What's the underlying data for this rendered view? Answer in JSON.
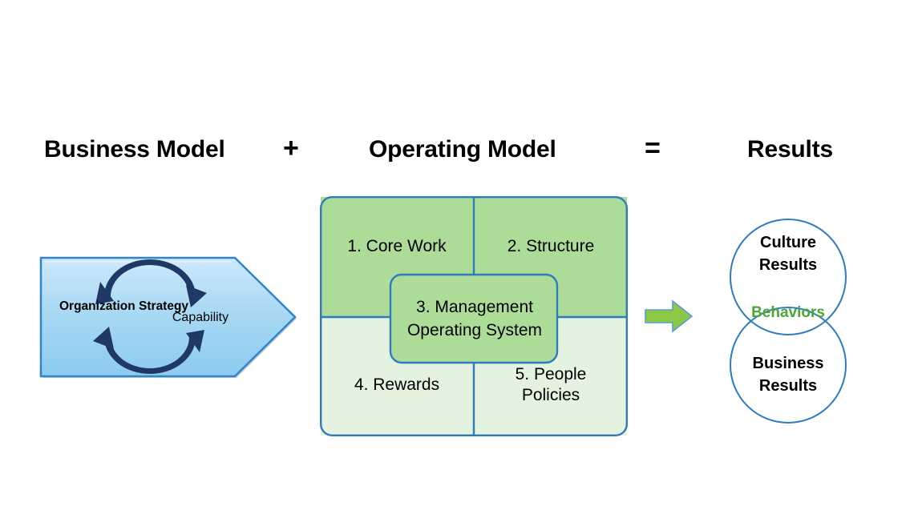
{
  "headers": {
    "business_model": "Business Model",
    "plus": "+",
    "operating_model": "Operating Model",
    "equals": "=",
    "results": "Results"
  },
  "business_model": {
    "shape": "chevron-arrow",
    "organization_strategy": "Organization\nStrategy",
    "capability": "Capability",
    "cycle_icon": "circular-arrows-icon",
    "fill_top": "#BCE2F8",
    "fill_bottom": "#8FCBEE",
    "border": "#2E86C8"
  },
  "operating_model": {
    "cells": [
      {
        "id": "core-work",
        "label": "1. Core Work",
        "fill": "#ADDC99"
      },
      {
        "id": "structure",
        "label": "2. Structure",
        "fill": "#ADDC99"
      },
      {
        "id": "rewards",
        "label": "4. Rewards",
        "fill": "#E4F3DF"
      },
      {
        "id": "people-policies",
        "label": "5. People\nPolicies",
        "fill": "#E4F3DF"
      }
    ],
    "center": {
      "id": "management-operating-system",
      "label": "3. Management\nOperating System",
      "fill": "#ADDC99"
    },
    "border": "#2E7BC0"
  },
  "connector": {
    "arrow_icon": "right-arrow-icon",
    "fill": "#8BC944",
    "border": "#5B9BD5"
  },
  "results": {
    "culture": "Culture\nResults",
    "behaviors": "Behaviors",
    "business": "Business\nResults",
    "circle_stroke": "#2E7BC0",
    "behaviors_color": "#4CA636"
  }
}
